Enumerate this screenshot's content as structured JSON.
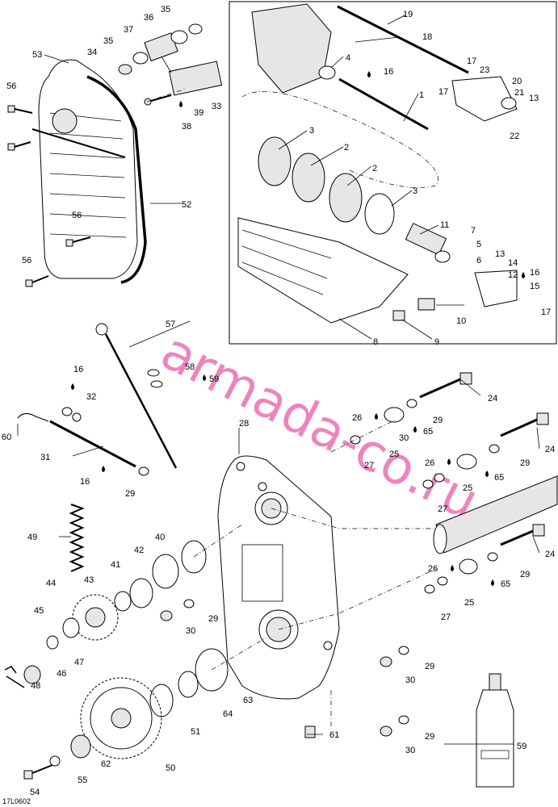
{
  "diagram": {
    "reference_code": "17L0602",
    "watermark": "armada-co.ru",
    "callouts": [
      "1",
      "2",
      "2",
      "3",
      "3",
      "4",
      "5",
      "6",
      "7",
      "8",
      "9",
      "10",
      "11",
      "12",
      "13",
      "13",
      "14",
      "15",
      "16",
      "16",
      "16",
      "16",
      "17",
      "17",
      "17",
      "18",
      "19",
      "20",
      "21",
      "22",
      "23",
      "24",
      "24",
      "24",
      "25",
      "25",
      "25",
      "26",
      "26",
      "26",
      "27",
      "27",
      "27",
      "28",
      "29",
      "29",
      "29",
      "29",
      "29",
      "29",
      "29",
      "30",
      "30",
      "30",
      "30",
      "31",
      "32",
      "33",
      "34",
      "35",
      "35",
      "36",
      "37",
      "38",
      "39",
      "40",
      "41",
      "42",
      "43",
      "44",
      "45",
      "46",
      "47",
      "48",
      "49",
      "50",
      "51",
      "52",
      "53",
      "54",
      "55",
      "56",
      "56",
      "56",
      "57",
      "58",
      "59",
      "59",
      "60",
      "61",
      "62",
      "63",
      "64",
      "65",
      "65",
      "65"
    ]
  }
}
